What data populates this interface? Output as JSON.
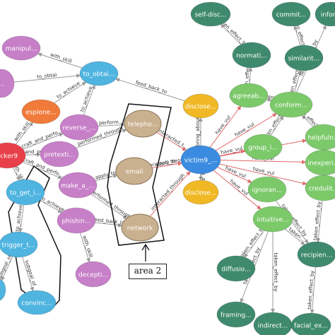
{
  "palette": {
    "purple": "#c77fc8",
    "blue": "#4fb4e0",
    "orange": "#f07a3a",
    "red": "#e8404a",
    "tan": "#c9b08f",
    "yellow": "#f0b824",
    "victim": "#3b8ce0",
    "green": "#7cc96a",
    "teal": "#3f8a6e",
    "edge": "#9a9a9a",
    "edge_red": "#e06a6a"
  },
  "nodes": [
    {
      "id": "manipul",
      "label": "manipul...",
      "color": "purple"
    },
    {
      "id": "to_obtai",
      "label": "to_obtai...",
      "color": "blue"
    },
    {
      "id": "n_left1",
      "label": "...",
      "color": "purple"
    },
    {
      "id": "espione",
      "label": "espione...",
      "color": "orange"
    },
    {
      "id": "reverse",
      "label": "reverse_...",
      "color": "purple"
    },
    {
      "id": "hacker9",
      "label": "acker9",
      "color": "red"
    },
    {
      "id": "pretexti",
      "label": "pretexti...",
      "color": "purple"
    },
    {
      "id": "to_get_i",
      "label": "to_get_i...",
      "color": "blue"
    },
    {
      "id": "make_a",
      "label": "make_a_...",
      "color": "purple"
    },
    {
      "id": "phishin",
      "label": "phishin...",
      "color": "purple"
    },
    {
      "id": "trigger_t",
      "label": "trigger_t...",
      "color": "blue"
    },
    {
      "id": "n_left2",
      "label": "",
      "color": "blue"
    },
    {
      "id": "convinc",
      "label": "convinc...",
      "color": "blue"
    },
    {
      "id": "decepti",
      "label": "decepti...",
      "color": "purple"
    },
    {
      "id": "telepho",
      "label": "telepho...",
      "color": "tan"
    },
    {
      "id": "email",
      "label": "email",
      "color": "tan"
    },
    {
      "id": "network",
      "label": "network",
      "color": "tan"
    },
    {
      "id": "disclose1",
      "label": "disclose...",
      "color": "yellow"
    },
    {
      "id": "disclose2",
      "label": "disclose...",
      "color": "yellow"
    },
    {
      "id": "victim9",
      "label": "victim9_...",
      "color": "victim"
    },
    {
      "id": "agreeab",
      "label": "agreeab...",
      "color": "green"
    },
    {
      "id": "conform",
      "label": "conform...",
      "color": "green"
    },
    {
      "id": "group_i",
      "label": "group_i...",
      "color": "green"
    },
    {
      "id": "helpfuln",
      "label": "helpfuln...",
      "color": "green"
    },
    {
      "id": "inexperi",
      "label": "inexperi...",
      "color": "green"
    },
    {
      "id": "credulit",
      "label": "credulit...",
      "color": "green"
    },
    {
      "id": "ignoran",
      "label": "ignoran...",
      "color": "green"
    },
    {
      "id": "intuitive",
      "label": "intuitive...",
      "color": "green"
    },
    {
      "id": "self_disc",
      "label": "self-disc...",
      "color": "teal"
    },
    {
      "id": "commit",
      "label": "commit...",
      "color": "teal"
    },
    {
      "id": "informe",
      "label": "infor...",
      "color": "teal"
    },
    {
      "id": "normati",
      "label": "normati...",
      "color": "teal"
    },
    {
      "id": "similarit",
      "label": "similarit...",
      "color": "teal"
    },
    {
      "id": "recipien",
      "label": "recipien...",
      "color": "teal"
    },
    {
      "id": "diffusio",
      "label": "diffusio...",
      "color": "teal"
    },
    {
      "id": "framing",
      "label": "framing...",
      "color": "teal"
    },
    {
      "id": "indirect",
      "label": "indirect...",
      "color": "teal"
    },
    {
      "id": "facial_ex",
      "label": "facial_ex...",
      "color": "teal"
    }
  ],
  "edges": [
    {
      "from": "to_obtai",
      "to": "manipul",
      "label": "with_skill"
    },
    {
      "from": "n_left1",
      "to": "to_obtai",
      "label": "to_obtai"
    },
    {
      "from": "espione",
      "to": "to_obtai",
      "label": "to_achieve"
    },
    {
      "from": "reverse",
      "to": "to_obtai",
      "label": "to_achieve"
    },
    {
      "from": "disclose1",
      "to": "to_obtai",
      "label": "feed_back_to"
    },
    {
      "from": "hacker9",
      "to": "espione",
      "label": "with_skill"
    },
    {
      "from": "hacker9",
      "to": "reverse",
      "label": "craft_and_perfo..."
    },
    {
      "from": "hacker9",
      "to": "pretexti",
      "label": "craft_and_perfo..."
    },
    {
      "from": "hacker9",
      "to": "to_get_i",
      "label": "with_skill"
    },
    {
      "from": "hacker9",
      "to": "make_a",
      "label": "craft_and_perfo..."
    },
    {
      "from": "reverse",
      "to": "telepho",
      "label": "perform..."
    },
    {
      "from": "pretexti",
      "to": "telepho",
      "label": "performed_through"
    },
    {
      "from": "make_a",
      "to": "email",
      "label": "apply_to"
    },
    {
      "from": "make_a",
      "to": "network",
      "label": "performed_through"
    },
    {
      "from": "phishin",
      "to": "network",
      "label": "feed_back_to"
    },
    {
      "from": "to_get_i",
      "to": "phishin",
      "label": "to_achieve"
    },
    {
      "from": "to_get_i",
      "to": "trigger_t",
      "label": "to_achieve"
    },
    {
      "from": "phishin",
      "to": "decepti",
      "label": "with_skill"
    },
    {
      "from": "trigger_t",
      "to": "convinc",
      "label": "subgoal_of"
    },
    {
      "from": "trigger_t",
      "to": "n_left2",
      "label": "subgoal_of"
    },
    {
      "from": "telepho",
      "to": "victim9",
      "label": "interacted_t..."
    },
    {
      "from": "email",
      "to": "victim9",
      "label": "apply_to"
    },
    {
      "from": "email",
      "to": "victim9",
      "label": "interacted_through"
    },
    {
      "from": "network",
      "to": "victim9",
      "label": "interacted_through"
    },
    {
      "from": "victim9",
      "to": "disclose1",
      "label": "bring_about"
    },
    {
      "from": "victim9",
      "to": "disclose2",
      "label": "bring_about"
    },
    {
      "from": "victim9",
      "to": "agreeab",
      "label": "have_vul"
    },
    {
      "from": "victim9",
      "to": "conform",
      "label": "have_vul"
    },
    {
      "from": "victim9",
      "to": "group_i",
      "label": "have_vul"
    },
    {
      "from": "victim9",
      "to": "helpfuln",
      "label": "have_vul"
    },
    {
      "from": "victim9",
      "to": "inexperi",
      "label": "have_vul"
    },
    {
      "from": "victim9",
      "to": "credulit",
      "label": "have_vul"
    },
    {
      "from": "victim9",
      "to": "ignoran",
      "label": "have_vul"
    },
    {
      "from": "victim9",
      "to": "intuitive",
      "label": "have_vul"
    },
    {
      "from": "normati",
      "to": "self_disc",
      "label": "taken_effect_by"
    },
    {
      "from": "agreeab",
      "to": "normati",
      "label": "taken_effect_by"
    },
    {
      "from": "similarit",
      "to": "commit",
      "label": "taken_effect_by"
    },
    {
      "from": "conform",
      "to": "similarit",
      "label": "taken_effect_by"
    },
    {
      "from": "conform",
      "to": "informe",
      "label": "taken_effect_by"
    },
    {
      "from": "agreeab",
      "to": "conform",
      "label": "taken..."
    },
    {
      "from": "group_i",
      "to": "conform",
      "label": "taken_effect_by"
    },
    {
      "from": "helpfuln",
      "to": "conform",
      "label": "taken_effect_by"
    },
    {
      "from": "intuitive",
      "to": "diffusio",
      "label": "taken_effect_by"
    },
    {
      "from": "intuitive",
      "to": "framing",
      "label": "taken_effect_by"
    },
    {
      "from": "intuitive",
      "to": "indirect",
      "label": "taken_effect_by"
    },
    {
      "from": "intuitive",
      "to": "recipien",
      "label": "taken..."
    },
    {
      "from": "recipien",
      "to": "facial_ex",
      "label": "taken_effect_by"
    },
    {
      "from": "credulit",
      "to": "recipien",
      "label": "taken_effect_by"
    },
    {
      "from": "ignoran",
      "to": "recipien",
      "label": "taken_effect_by"
    }
  ],
  "annotation": {
    "label": "area 2"
  }
}
